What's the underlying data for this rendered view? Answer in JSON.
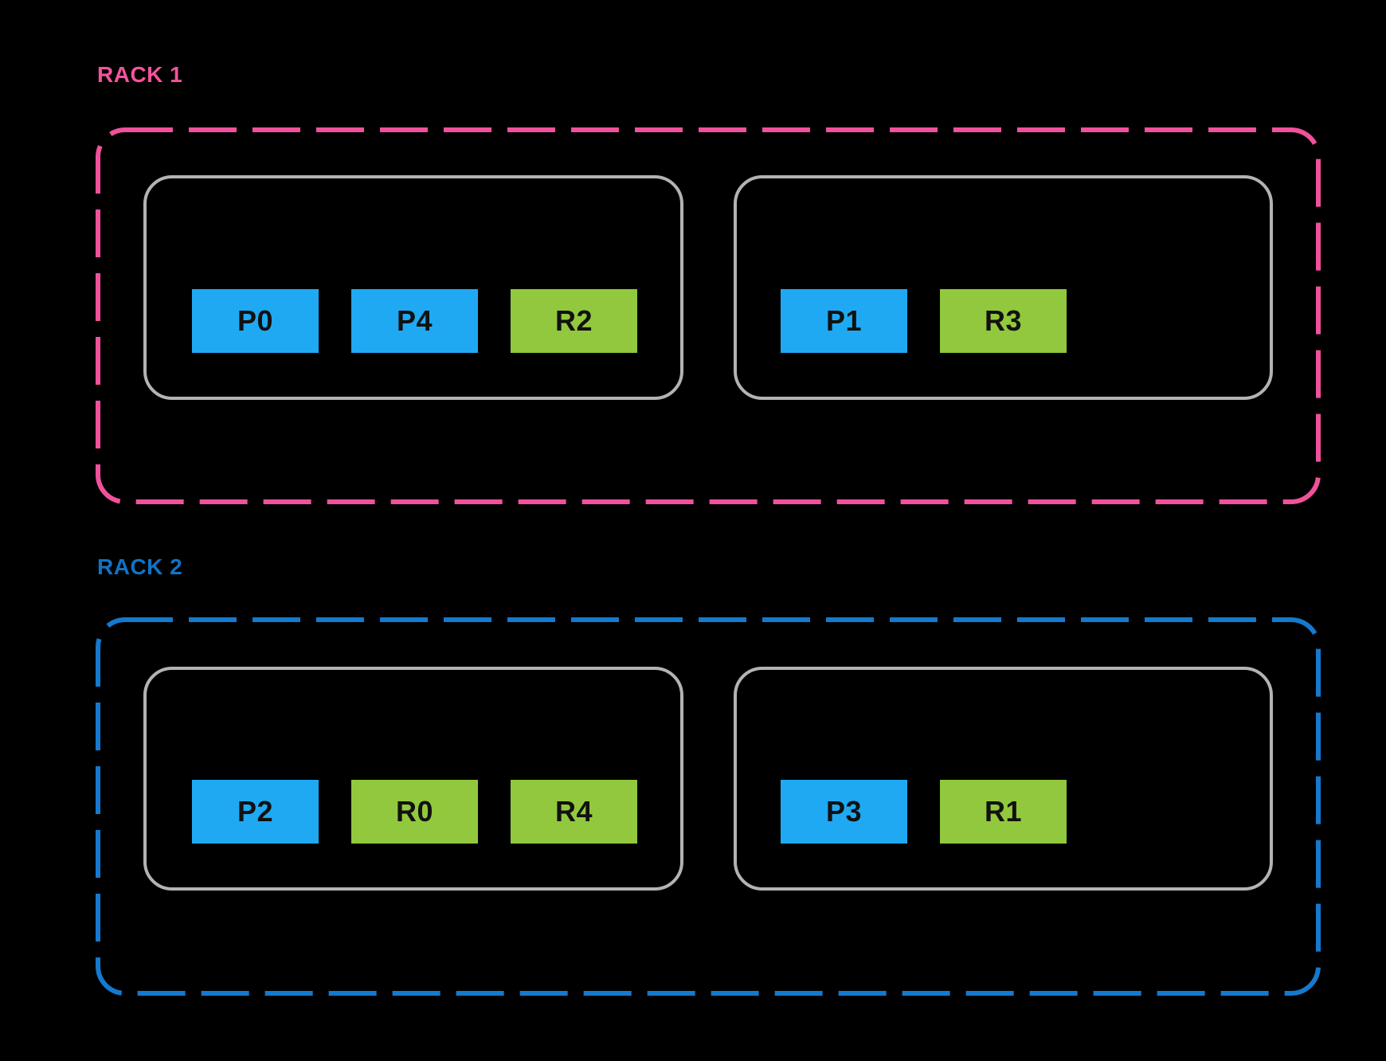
{
  "diagram": {
    "background": "#000000",
    "colors": {
      "partition_fill": "#1FA9F2",
      "replica_fill": "#92C83D",
      "slot_text": "#111111",
      "node_border": "#B3B3B3",
      "rack1_label": "#F4539C",
      "rack1_border": "#F0519B",
      "rack2_label": "#1173C5",
      "rack2_border": "#1579CE"
    },
    "racks": [
      {
        "label": "RACK 1",
        "nodes": [
          {
            "slots": [
              {
                "label": "P0",
                "type": "partition"
              },
              {
                "label": "P4",
                "type": "partition"
              },
              {
                "label": "R2",
                "type": "replica"
              }
            ]
          },
          {
            "slots": [
              {
                "label": "P1",
                "type": "partition"
              },
              {
                "label": "R3",
                "type": "replica"
              }
            ]
          }
        ]
      },
      {
        "label": "RACK 2",
        "nodes": [
          {
            "slots": [
              {
                "label": "P2",
                "type": "partition"
              },
              {
                "label": "R0",
                "type": "replica"
              },
              {
                "label": "R4",
                "type": "replica"
              }
            ]
          },
          {
            "slots": [
              {
                "label": "P3",
                "type": "partition"
              },
              {
                "label": "R1",
                "type": "replica"
              }
            ]
          }
        ]
      }
    ]
  }
}
